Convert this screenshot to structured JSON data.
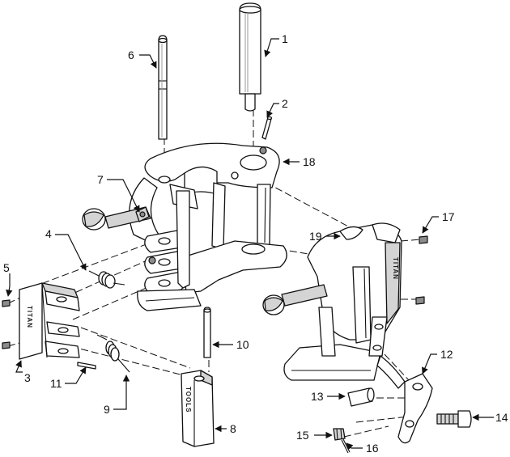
{
  "brand": {
    "left_link_text": "TITAN",
    "right_link_text": "TOOLS",
    "body_text": "TITAN"
  },
  "callouts": [
    {
      "id": "1",
      "label": "1"
    },
    {
      "id": "2",
      "label": "2"
    },
    {
      "id": "3",
      "label": "3"
    },
    {
      "id": "4",
      "label": "4"
    },
    {
      "id": "5",
      "label": "5"
    },
    {
      "id": "6",
      "label": "6"
    },
    {
      "id": "7",
      "label": "7"
    },
    {
      "id": "8",
      "label": "8"
    },
    {
      "id": "9",
      "label": "9"
    },
    {
      "id": "10",
      "label": "10"
    },
    {
      "id": "11",
      "label": "11"
    },
    {
      "id": "12",
      "label": "12"
    },
    {
      "id": "13",
      "label": "13"
    },
    {
      "id": "14",
      "label": "14"
    },
    {
      "id": "15",
      "label": "15"
    },
    {
      "id": "16",
      "label": "16"
    },
    {
      "id": "17",
      "label": "17"
    },
    {
      "id": "18",
      "label": "18"
    },
    {
      "id": "19",
      "label": "19"
    }
  ]
}
